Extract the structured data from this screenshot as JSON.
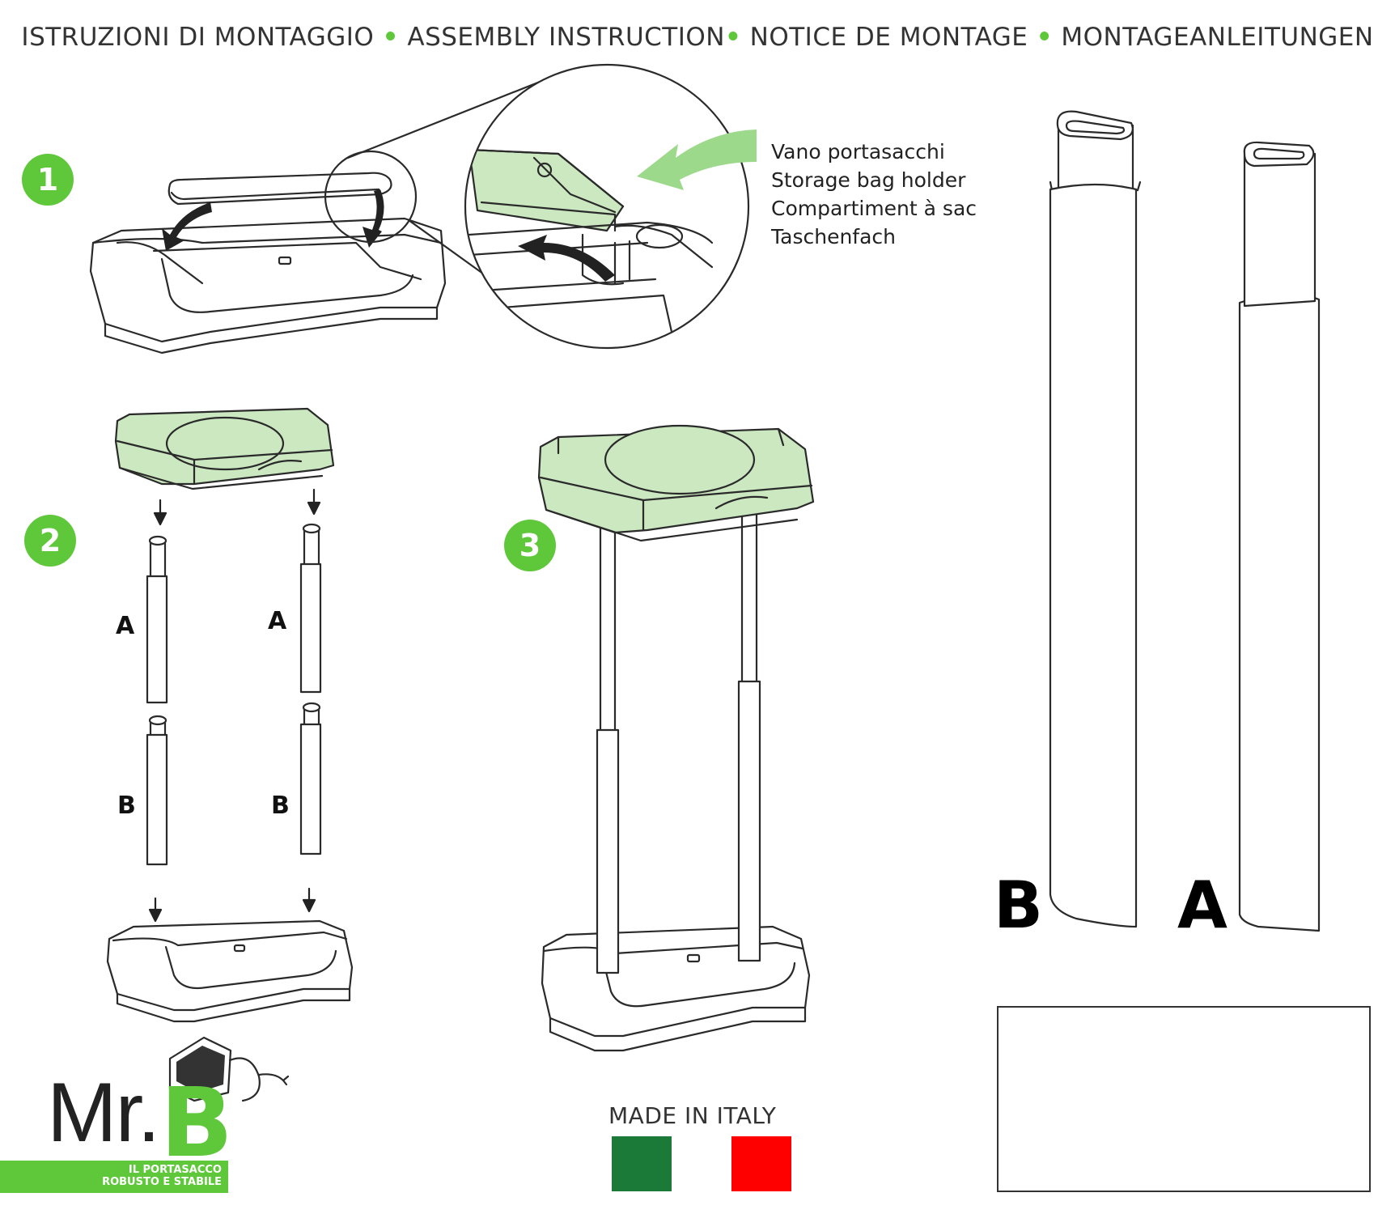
{
  "header": {
    "parts": [
      "ISTRUZIONI DI MONTAGGIO",
      "ASSEMBLY INSTRUCTION",
      "NOTICE DE MONTAGE",
      "MONTAGEANLEITUNGEN"
    ],
    "separator": "•"
  },
  "steps": [
    {
      "number": "1"
    },
    {
      "number": "2"
    },
    {
      "number": "3"
    }
  ],
  "callout": {
    "lines": [
      "Vano portasacchi",
      "Storage bag holder",
      "Compartiment à sac",
      "Taschenfach"
    ]
  },
  "step2": {
    "tube_labels": [
      "A",
      "A",
      "B",
      "B"
    ]
  },
  "detail": {
    "labels": [
      "B",
      "A"
    ]
  },
  "made_in": {
    "text": "MADE IN ITALY",
    "flag_colors": [
      "#1b7a37",
      "#ff0000"
    ]
  },
  "logo": {
    "mr": "Mr.",
    "b": "B",
    "tagline": [
      "IL PORTASACCO",
      "ROBUSTO E STABILE"
    ]
  },
  "colors": {
    "accent": "#5fc83a",
    "lid_fill": "#cbe8c0",
    "arrow_fill": "#9cd98a"
  }
}
